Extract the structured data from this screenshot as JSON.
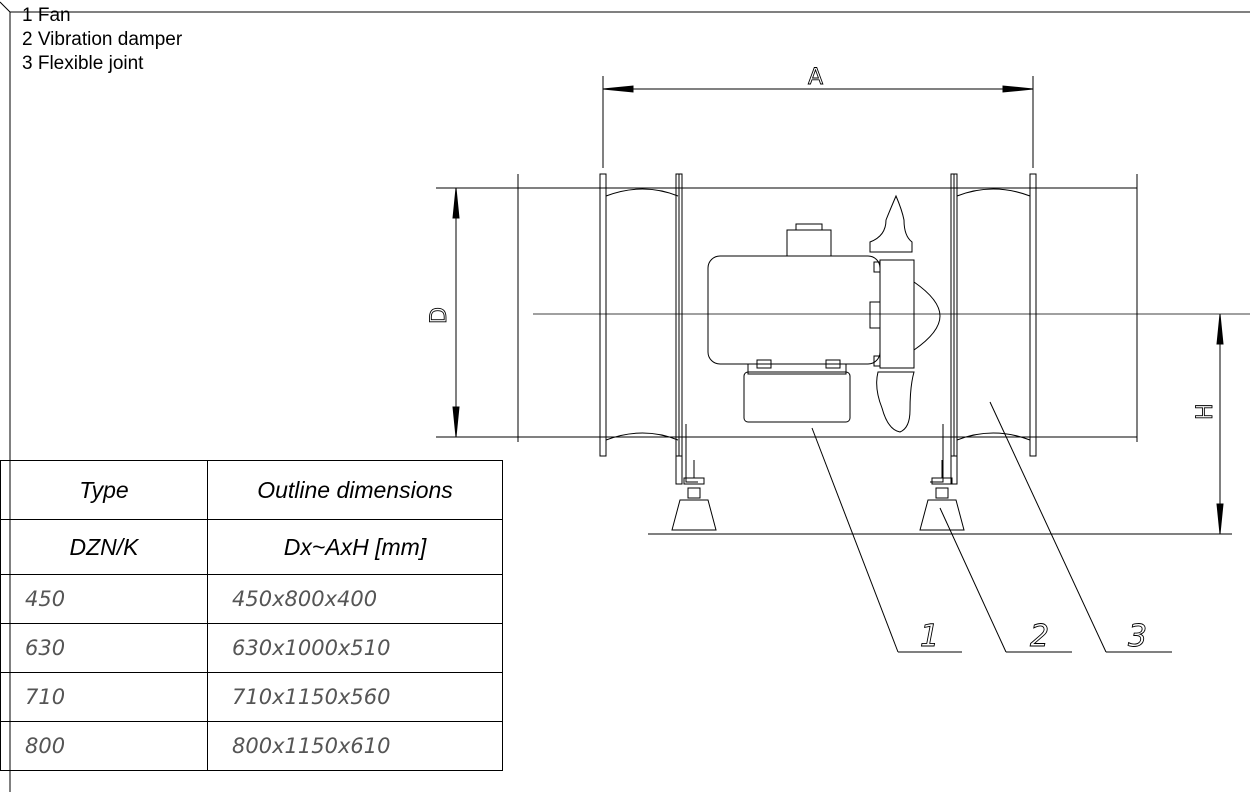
{
  "legend": {
    "items": [
      "1 Fan",
      "2 Vibration damper",
      "3 Flexible joint"
    ]
  },
  "table": {
    "headers": [
      "Type",
      "Outline dimensions"
    ],
    "subheaders": [
      "DZN/K",
      "Dx~AxH [mm]"
    ],
    "rows": [
      [
        "450",
        "450x800x400"
      ],
      [
        "630",
        "630x1000x510"
      ],
      [
        "710",
        "710x1150x560"
      ],
      [
        "800",
        "800x1150x610"
      ]
    ]
  },
  "drawing": {
    "dimension_labels": {
      "A": "A",
      "D": "D",
      "H": "H"
    },
    "callouts": [
      "1",
      "2",
      "3"
    ]
  }
}
